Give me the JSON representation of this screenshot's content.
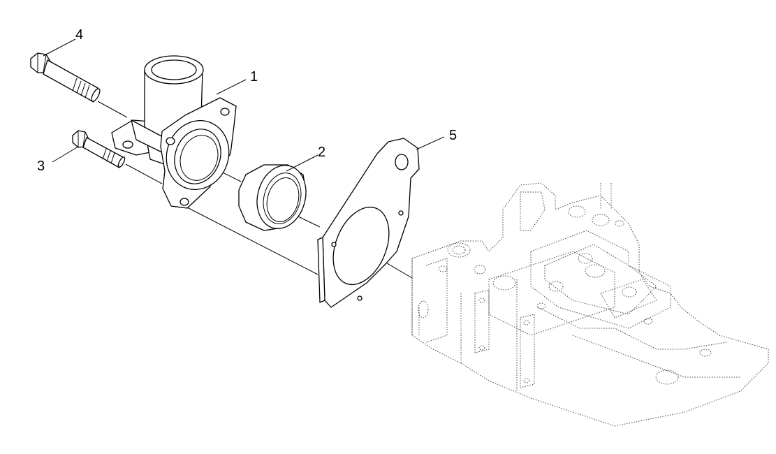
{
  "callouts": {
    "part_1": "1",
    "part_2": "2",
    "part_3": "3",
    "part_4": "4",
    "part_5": "5"
  }
}
